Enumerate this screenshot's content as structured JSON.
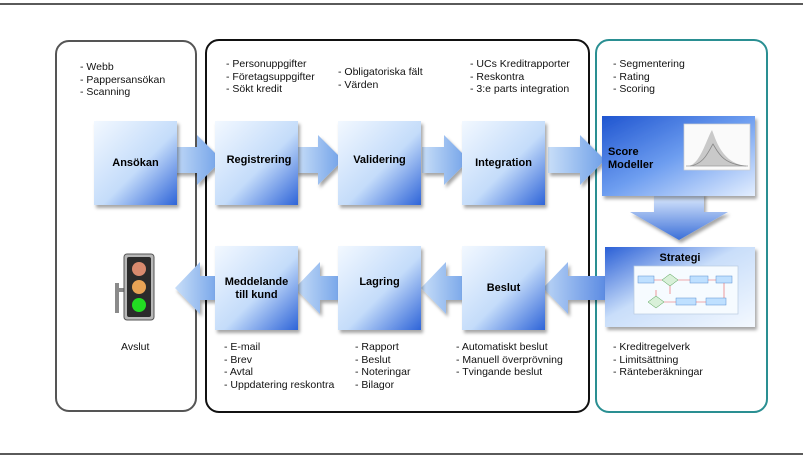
{
  "colors": {
    "box_light": "#eaf4ff",
    "box_dark": "#2e64d8",
    "arrow_dark": "#2a58c8",
    "left_panel_border": "#555555",
    "middle_panel_border": "#111111",
    "right_panel_border": "#2a8f92",
    "light_red": "#d88a6e",
    "light_amber": "#e8a355",
    "light_green": "#22dd22"
  },
  "panels": {
    "input": {
      "bullets": [
        "Webb",
        "Pappersansökan",
        "Scanning"
      ],
      "box": "Ansökan",
      "end_label": "Avslut",
      "end_icon": "traffic-light-icon"
    },
    "process": {
      "top_boxes": [
        "Registrering",
        "Validering",
        "Integration"
      ],
      "top_bullets": [
        [
          "Personuppgifter",
          "Företagsuppgifter",
          "Sökt kredit"
        ],
        [
          "Obligatoriska fält",
          "Värden"
        ],
        [
          "UCs Kreditrapporter",
          "Reskontra",
          "3:e parts integration"
        ]
      ],
      "bottom_boxes": [
        "Beslut",
        "Lagring",
        "Meddelande till kund"
      ],
      "meddelande_lines": [
        "Meddelande",
        "till kund"
      ],
      "bottom_bullets": [
        [
          "E-mail",
          "Brev",
          "Avtal",
          "Uppdatering reskontra"
        ],
        [
          "Rapport",
          "Beslut",
          "Noteringar",
          "Bilagor"
        ],
        [
          "Automatiskt beslut",
          "Manuell överprövning",
          "Tvingande beslut"
        ]
      ]
    },
    "analytics": {
      "top_bullets": [
        "Segmentering",
        "Rating",
        "Scoring"
      ],
      "score_lines": [
        "Score",
        "Modeller"
      ],
      "score_icon": "distribution-curve-icon",
      "strategy_box": "Strategi",
      "strategy_icon": "flowchart-icon",
      "bottom_bullets": [
        "Kreditregelverk",
        "Limitsättning",
        "Ränteberäkningar"
      ]
    }
  }
}
